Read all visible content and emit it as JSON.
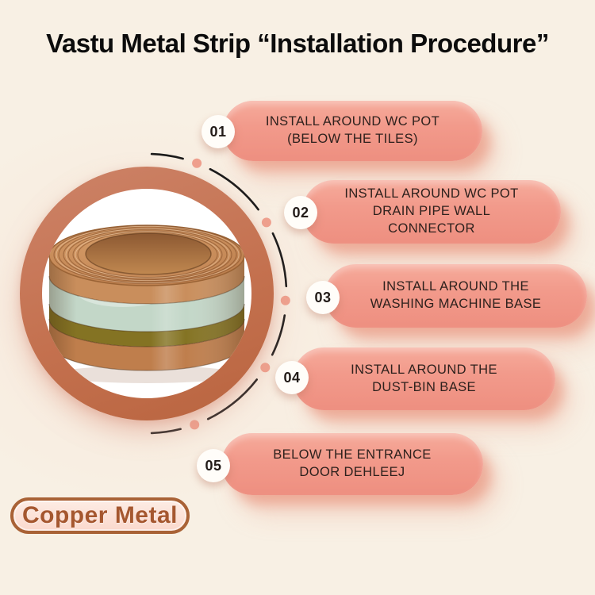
{
  "title": "Vastu Metal Strip “Installation Procedure”",
  "steps": [
    {
      "number": "01",
      "label": "INSTALL AROUND WC POT\n(BELOW THE TILES)"
    },
    {
      "number": "02",
      "label": "INSTALL AROUND WC POT\nDRAIN PIPE WALL\nCONNECTOR"
    },
    {
      "number": "03",
      "label": "INSTALL AROUND THE\nWASHING MACHINE BASE"
    },
    {
      "number": "04",
      "label": "INSTALL AROUND THE\nDUST-BIN BASE"
    },
    {
      "number": "05",
      "label": "BELOW THE ENTRANCE\nDOOR DEHLEEJ"
    }
  ],
  "material_badge": {
    "label": "Copper Metal"
  },
  "product_image": {
    "description": "roll of copper metal strip with mint-green and olive bands, shown inside a terracotta circular frame"
  },
  "colors": {
    "background": "#f8f0e4",
    "pill": "#f29a8b",
    "pill_shadow": "#eaa086",
    "ring": "#c4714f",
    "arc": "#1b1b1b",
    "dot": "#efa08e",
    "badge_border": "#a96236",
    "badge_text": "#a5572f",
    "copper": "#c58a58",
    "mint_band": "#c3d7c8",
    "olive_band": "#847323"
  }
}
